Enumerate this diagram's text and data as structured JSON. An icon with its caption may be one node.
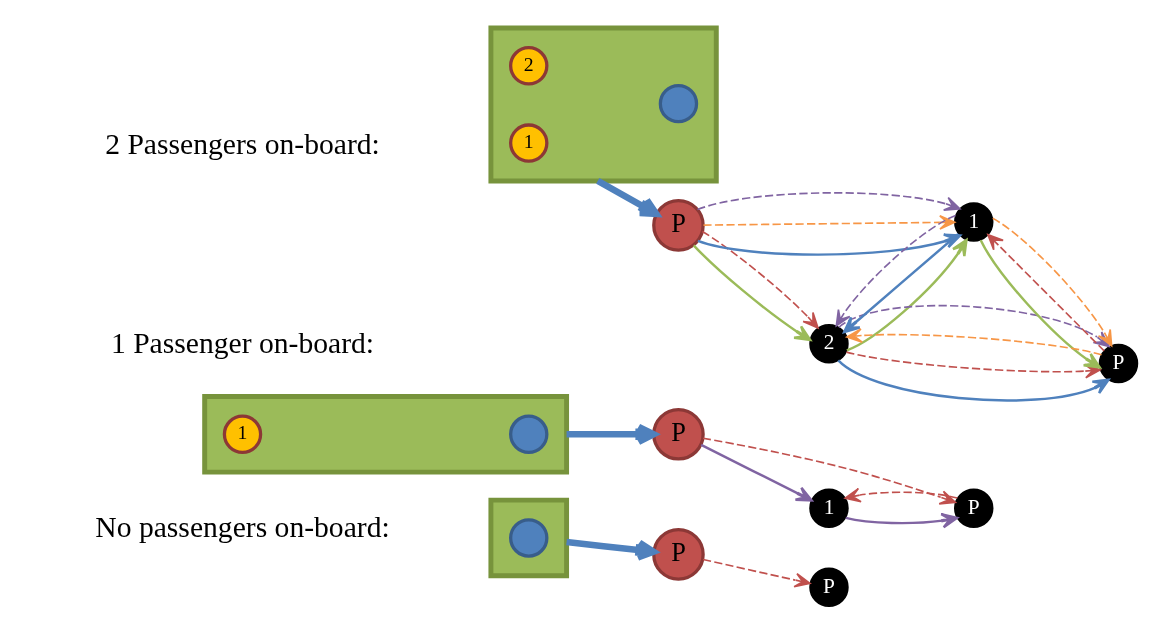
{
  "diagram": {
    "nodes": [
      {
        "text": [],
        "shape": "box"
      },
      {
        "text": [
          "1"
        ],
        "in": 0
      },
      {
        "text": [
          "2"
        ],
        "in": 0
      },
      {
        "text": [],
        "shape": "circle",
        "in": 0
      },
      {
        "text": [
          "P"
        ]
      },
      {
        "text": [
          "2"
        ]
      },
      {
        "text": [
          "1"
        ]
      },
      {
        "text": [
          "P"
        ]
      },
      {
        "text": [],
        "shape": "box"
      },
      {
        "text": [],
        "shape": "circle",
        "in": 8
      },
      {
        "text": [
          "1"
        ],
        "in": 8
      },
      {
        "text": [
          "P"
        ]
      },
      {
        "text": [
          "1"
        ]
      },
      {
        "text": [
          "P"
        ]
      },
      {
        "text": [],
        "shape": "box"
      },
      {
        "text": [],
        "shape": "circle",
        "in": 14
      },
      {
        "text": [
          "P"
        ]
      },
      {
        "text": [
          "P"
        ]
      }
    ],
    "edges": [
      {
        "from": 0,
        "to": 4,
        "arrow": "to",
        "style": "thick"
      },
      {
        "from": 4,
        "to": 5,
        "arrow": "to",
        "color": "#9bbb59"
      },
      {
        "from": 4,
        "to": 5,
        "arrow": "to",
        "style": "dashed",
        "color": "#c0504d"
      },
      {
        "from": 4,
        "to": 6,
        "arrow": "to"
      },
      {
        "from": 4,
        "to": 6,
        "arrow": "to",
        "style": "dashed",
        "color": "#f79646"
      },
      {
        "from": 4,
        "to": 6,
        "arrow": "to",
        "style": "dashed",
        "color": "#8064a2"
      },
      {
        "from": 6,
        "to": 5,
        "arrow": "to"
      },
      {
        "from": 5,
        "to": 6,
        "arrow": "to",
        "color": "#9bbb59"
      },
      {
        "from": 6,
        "to": 5,
        "arrow": "to",
        "style": "dashed",
        "color": "#8064a2"
      },
      {
        "from": 5,
        "to": 7,
        "arrow": "to"
      },
      {
        "from": 5,
        "to": 7,
        "arrow": "to",
        "style": "dashed",
        "color": "#c0504d"
      },
      {
        "from": 7,
        "to": 5,
        "arrow": "to",
        "style": "dashed",
        "color": "#f79646"
      },
      {
        "from": 5,
        "to": 7,
        "arrow": "to",
        "style": "dashed",
        "color": "#8064a2"
      },
      {
        "from": 7,
        "to": 6,
        "arrow": "to",
        "style": "dashed",
        "color": "#c0504d"
      },
      {
        "from": 6,
        "to": 7,
        "arrow": "to",
        "color": "#9bbb59"
      },
      {
        "from": 6,
        "to": 7,
        "arrow": "to",
        "style": "dashed",
        "color": "#f79646"
      },
      {
        "from": 8,
        "to": 11,
        "arrow": "to",
        "style": "thick"
      },
      {
        "from": 11,
        "to": 13,
        "arrow": "to",
        "style": "dashed",
        "color": "#c0504d"
      },
      {
        "from": 11,
        "to": 12,
        "arrow": "to",
        "color": "#8064a2"
      },
      {
        "from": 12,
        "to": 13,
        "arrow": "to",
        "color": "#8064a2"
      },
      {
        "from": 13,
        "to": 12,
        "arrow": "to",
        "style": "dashed",
        "color": "#c0504d"
      },
      {
        "from": 14,
        "to": 16,
        "arrow": "to",
        "style": "thick"
      },
      {
        "from": 16,
        "to": 17,
        "arrow": "to",
        "style": "dashed",
        "color": "#c0504d"
      }
    ],
    "labels": [
      "2 Passengers on-board:",
      "1 Passenger on-board:",
      "No passengers on-board:"
    ]
  }
}
